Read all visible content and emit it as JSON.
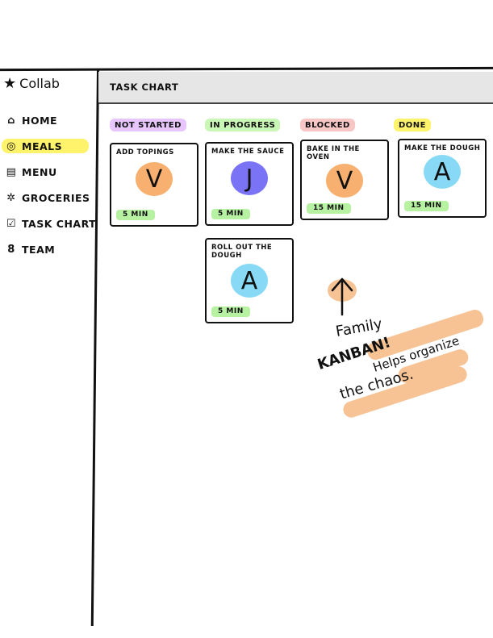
{
  "sidebar": {
    "brand": "Collab",
    "items": [
      {
        "label": "Home",
        "icon": "house-icon",
        "active": false
      },
      {
        "label": "Meals",
        "icon": "plate-icon",
        "active": true
      },
      {
        "label": "Menu",
        "icon": "menu-icon",
        "active": false
      },
      {
        "label": "Groceries",
        "icon": "carrot-icon",
        "active": false
      },
      {
        "label": "Task Chart",
        "icon": "checkbox-icon",
        "active": false
      },
      {
        "label": "Team",
        "icon": "team-icon",
        "active": false
      }
    ]
  },
  "header": {
    "title": "Task Chart"
  },
  "board": {
    "columns": [
      {
        "label": "Not Started",
        "color": "#e7c6ff",
        "cards": [
          {
            "title": "Add Topings",
            "avatar_letter": "V",
            "avatar_color": "#f7b06f",
            "time": "5 min"
          }
        ]
      },
      {
        "label": "In Progress",
        "color": "#c9f7b6",
        "cards": [
          {
            "title": "Make the Sauce",
            "avatar_letter": "J",
            "avatar_color": "#7a73f5",
            "time": "5 min"
          },
          {
            "title": "Roll out the dough",
            "avatar_letter": "A",
            "avatar_color": "#88d9f5",
            "time": "5 min"
          }
        ]
      },
      {
        "label": "Blocked",
        "color": "#f9c6c6",
        "cards": [
          {
            "title": "Bake in the oven",
            "avatar_letter": "V",
            "avatar_color": "#f7b06f",
            "time": "15 min"
          }
        ]
      },
      {
        "label": "Done",
        "color": "#fff36b",
        "cards": [
          {
            "title": "Make the dough",
            "avatar_letter": "A",
            "avatar_color": "#88d9f5",
            "time": "15 min"
          }
        ]
      }
    ]
  },
  "annotation": {
    "lines": [
      "Family",
      "KANBAN!",
      "Helps organize",
      "the chaos."
    ],
    "highlight_color": "#f7c394"
  }
}
